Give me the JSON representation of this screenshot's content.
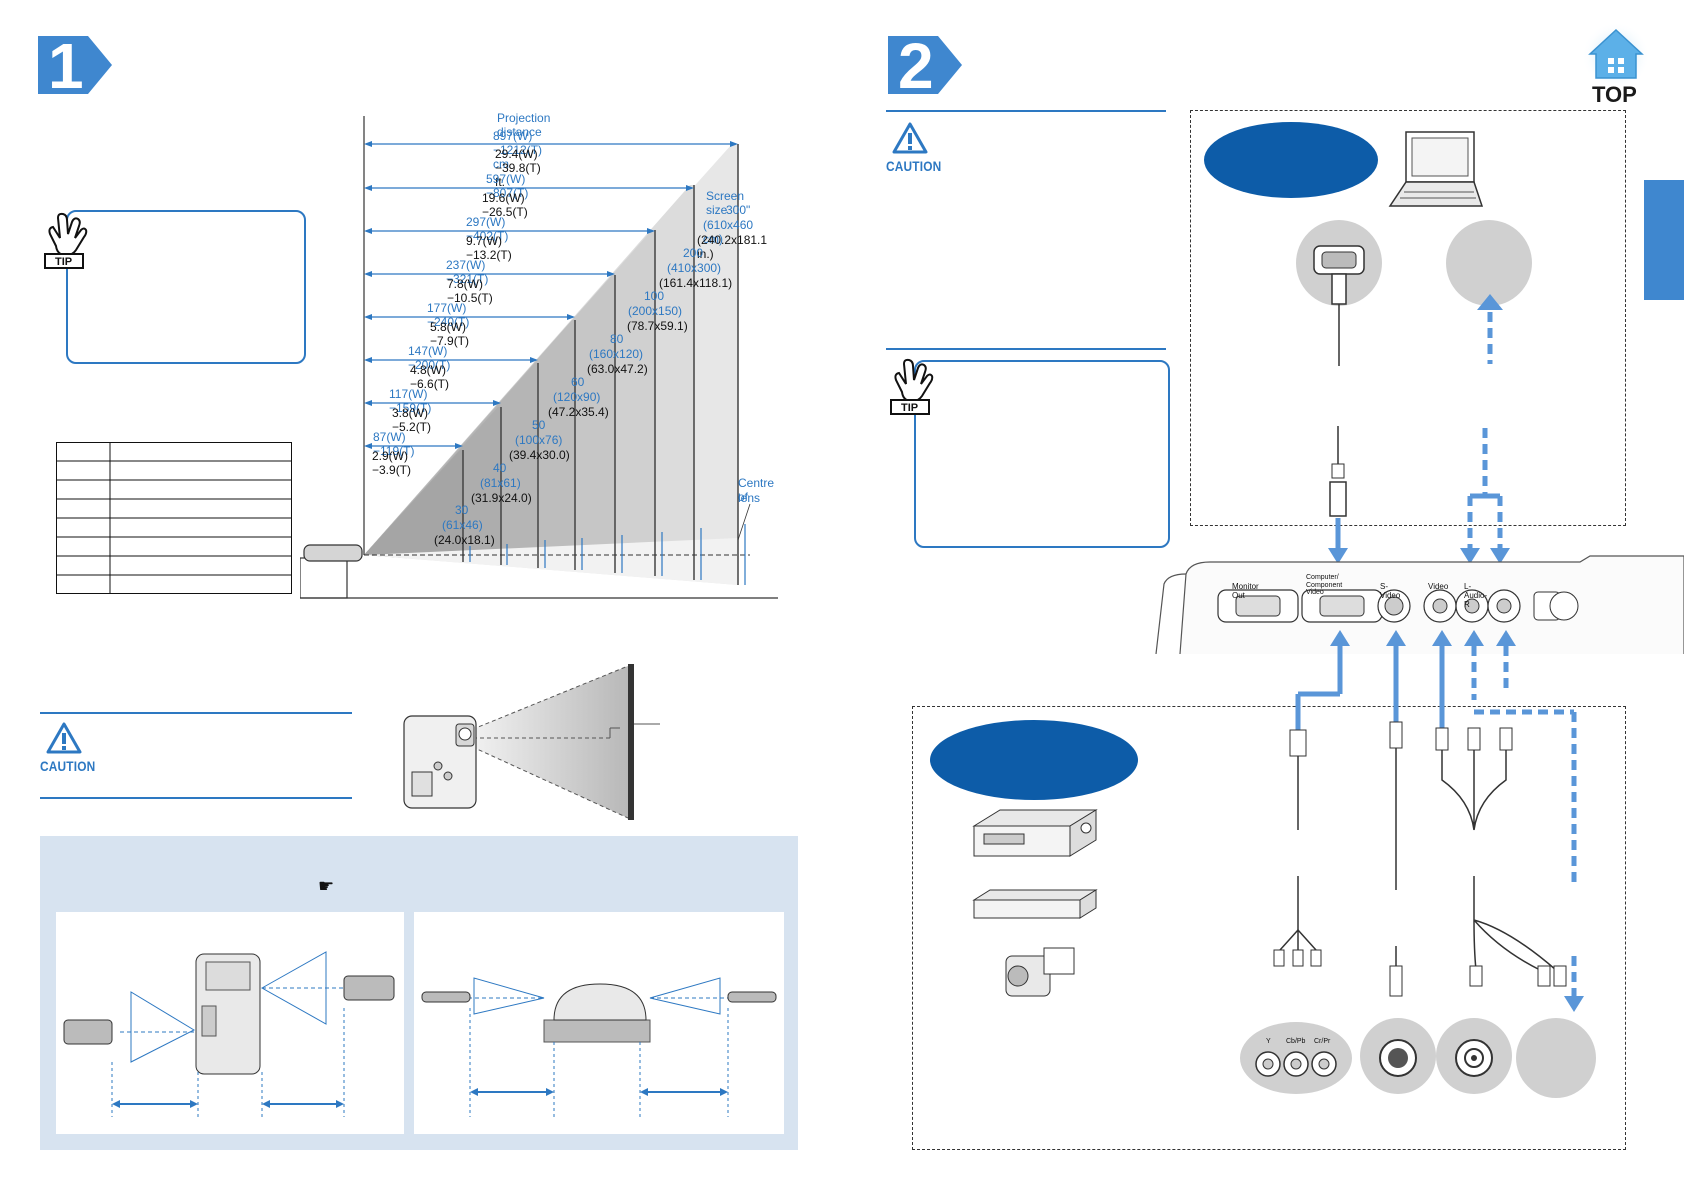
{
  "page": {
    "left_step": "1",
    "right_step": "2",
    "top_nav": "TOP",
    "caution_label": "CAUTION",
    "tip_label": "TIP"
  },
  "projection_diagram": {
    "heading": "Projection distance",
    "rows": [
      {
        "metric": "897(W)−1212(T) cm",
        "imperial": "29.4(W)−39.8(T) ft."
      },
      {
        "metric": "597(W)−807(T)",
        "imperial": "19.6(W)−26.5(T)"
      },
      {
        "metric": "297(W)−402(T)",
        "imperial": "9.7(W)−13.2(T)"
      },
      {
        "metric": "237(W)−321(T)",
        "imperial": "7.8(W)−10.5(T)"
      },
      {
        "metric": "177(W)−240(T)",
        "imperial": "5.8(W)−7.9(T)"
      },
      {
        "metric": "147(W)−200(T)",
        "imperial": "4.8(W)−6.6(T)"
      },
      {
        "metric": "117(W)−159(T)",
        "imperial": "3.8(W)−5.2(T)"
      },
      {
        "metric": "87(W)−119(T)",
        "imperial": "2.9(W)−3.9(T)"
      }
    ],
    "screen_size_label": "Screen size",
    "screens": [
      {
        "size": "300\"",
        "cm": "(610x460 cm)",
        "inch": "(240.2x181.1 in.)"
      },
      {
        "size": "200",
        "cm": "(410x300)",
        "inch": "(161.4x118.1)"
      },
      {
        "size": "100",
        "cm": "(200x150)",
        "inch": "(78.7x59.1)"
      },
      {
        "size": "80",
        "cm": "(160x120)",
        "inch": "(63.0x47.2)"
      },
      {
        "size": "60",
        "cm": "(120x90)",
        "inch": "(47.2x35.4)"
      },
      {
        "size": "50",
        "cm": "(100x76)",
        "inch": "(39.4x30.0)"
      },
      {
        "size": "40",
        "cm": "(81x61)",
        "inch": "(31.9x24.0)"
      },
      {
        "size": "30",
        "cm": "(61x46)",
        "inch": "(24.0x18.1)"
      }
    ],
    "centre_label_1": "Centre of",
    "centre_label_2": "lens"
  },
  "ports": {
    "monitor_out": "Monitor Out",
    "computer_1": "Computer/",
    "computer_2": "Component Video",
    "s_video": "S-Video",
    "video": "Video",
    "audio": "L-Audio-R"
  },
  "component_jacks": {
    "y": "Y",
    "cb": "Cb/Pb",
    "cr": "Cr/Pr"
  },
  "colors": {
    "accent": "#2d78c2",
    "oval": "#0d5ca8",
    "panel": "#d7e3f0",
    "step": "#3f87cf"
  }
}
